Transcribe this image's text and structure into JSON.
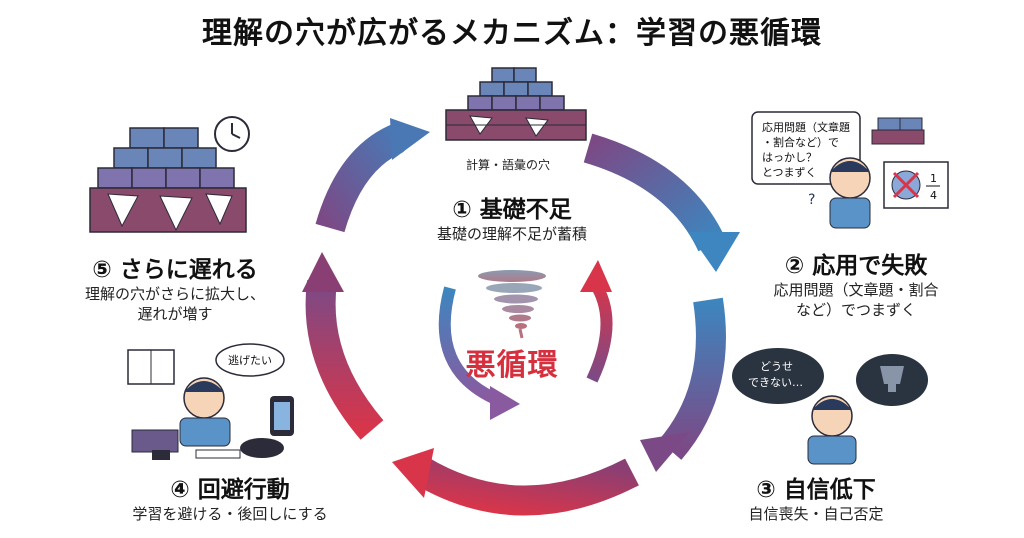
{
  "title": "理解の穴が広がるメカニズム：学習の悪循環",
  "center_label": "悪循環",
  "steps": [
    {
      "title": "① 基礎不足",
      "desc": [
        "基礎の理解不足が蓄積"
      ],
      "note": "計算・語彙の穴"
    },
    {
      "title": "② 応用で失敗",
      "desc": [
        "応用問題（文章題・割合",
        "など）でつまずく"
      ]
    },
    {
      "title": "③ 自信低下",
      "desc": [
        "自信喪失・自己否定"
      ]
    },
    {
      "title": "④ 回避行動",
      "desc": [
        "学習を避ける・後回しにする"
      ]
    },
    {
      "title": "⑤ さらに遅れる",
      "desc": [
        "理解の穴がさらに拡大し、",
        "遅れが増す"
      ]
    }
  ],
  "bubbles": {
    "applied": [
      "応用問題（文章題",
      "・割合など）で",
      "はっかし？",
      "とつまずく"
    ],
    "fraction": [
      "1",
      "4"
    ],
    "confidence": [
      "どうせ",
      "できない…"
    ],
    "avoid": [
      "逃げたい"
    ]
  },
  "colors": {
    "red": "#d8354a",
    "blue": "#3c7fb5",
    "purple": "#7a3f7a"
  }
}
